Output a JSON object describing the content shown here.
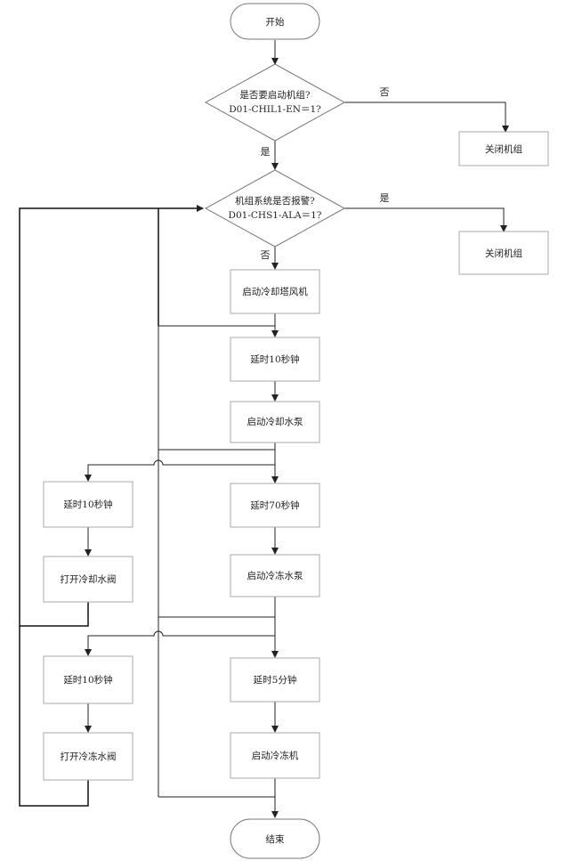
{
  "flow": {
    "start": "开始",
    "end": "结束",
    "decision1": {
      "line1": "是否要启动机组?",
      "line2": "D01-CHIL1-EN＝1?"
    },
    "decision2": {
      "line1": "机组系统是否报警?",
      "line2": "D01-CHS1-ALA＝1?"
    },
    "close_unit_1": "关闭机组",
    "close_unit_2": "关闭机组",
    "steps": {
      "start_tower_fan": "启动冷却塔风机",
      "delay_10s_a": "延时10秒钟",
      "start_cooling_pump": "启动冷却水泵",
      "delay_70s": "延时70秒钟",
      "start_chilled_pump": "启动冷冻水泵",
      "delay_5min": "延时5分钟",
      "start_chiller": "启动冷冻机",
      "delay_10s_b": "延时10秒钟",
      "open_cooling_valve": "打开冷却水阀",
      "delay_10s_c": "延时10秒钟",
      "open_chilled_valve": "打开冷冻水阀"
    },
    "labels": {
      "d1_no": "否",
      "d1_yes": "是",
      "d2_yes": "是",
      "d2_no": "否"
    }
  }
}
